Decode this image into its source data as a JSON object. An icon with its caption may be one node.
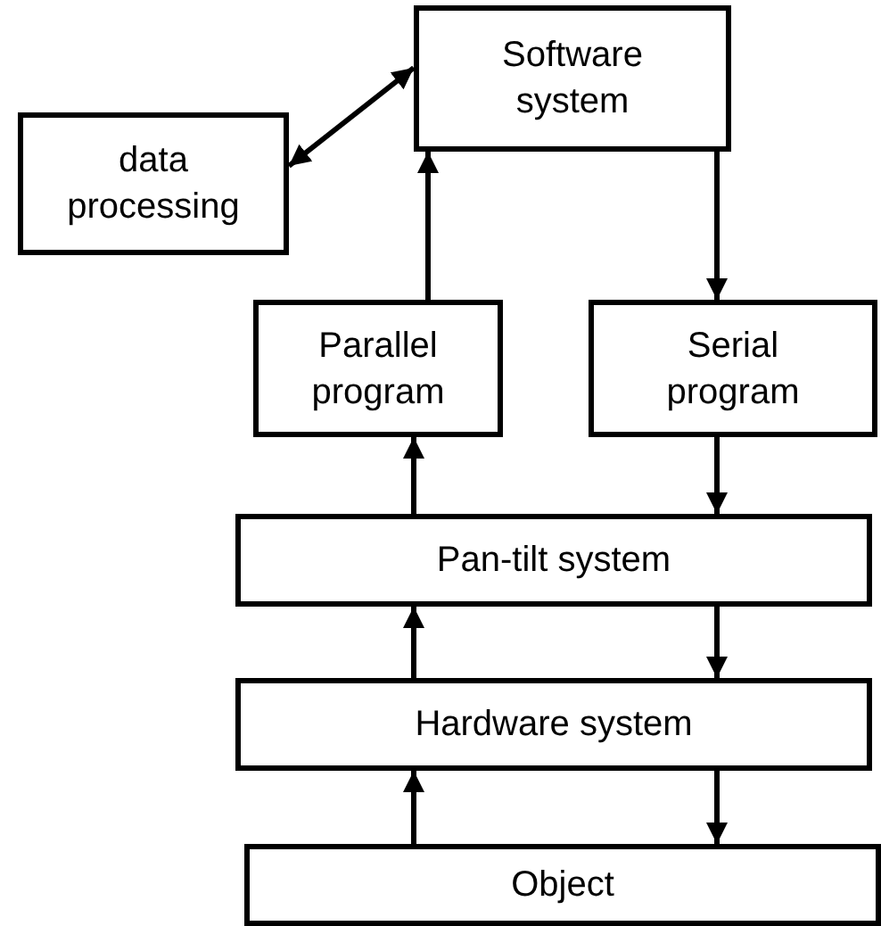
{
  "diagram": {
    "nodes": [
      {
        "text": [
          "Software system"
        ]
      },
      {
        "text": [
          "data processing"
        ]
      },
      {
        "text": [
          "Parallel program"
        ]
      },
      {
        "text": [
          "Serial program"
        ]
      },
      {
        "text": [
          "Pan-tilt system"
        ]
      },
      {
        "text": [
          "Hardware system"
        ]
      },
      {
        "text": [
          "Object"
        ]
      }
    ],
    "edges": [
      {
        "from": 1,
        "to": 0,
        "arrow": "both"
      },
      {
        "from": 2,
        "to": 0,
        "arrow": "to"
      },
      {
        "from": 0,
        "to": 3,
        "arrow": "to"
      },
      {
        "from": 4,
        "to": 2,
        "arrow": "to"
      },
      {
        "from": 3,
        "to": 4,
        "arrow": "to"
      },
      {
        "from": 5,
        "to": 4,
        "arrow": "to"
      },
      {
        "from": 4,
        "to": 5,
        "arrow": "to"
      },
      {
        "from": 6,
        "to": 5,
        "arrow": "to"
      },
      {
        "from": 5,
        "to": 6,
        "arrow": "to"
      }
    ]
  }
}
